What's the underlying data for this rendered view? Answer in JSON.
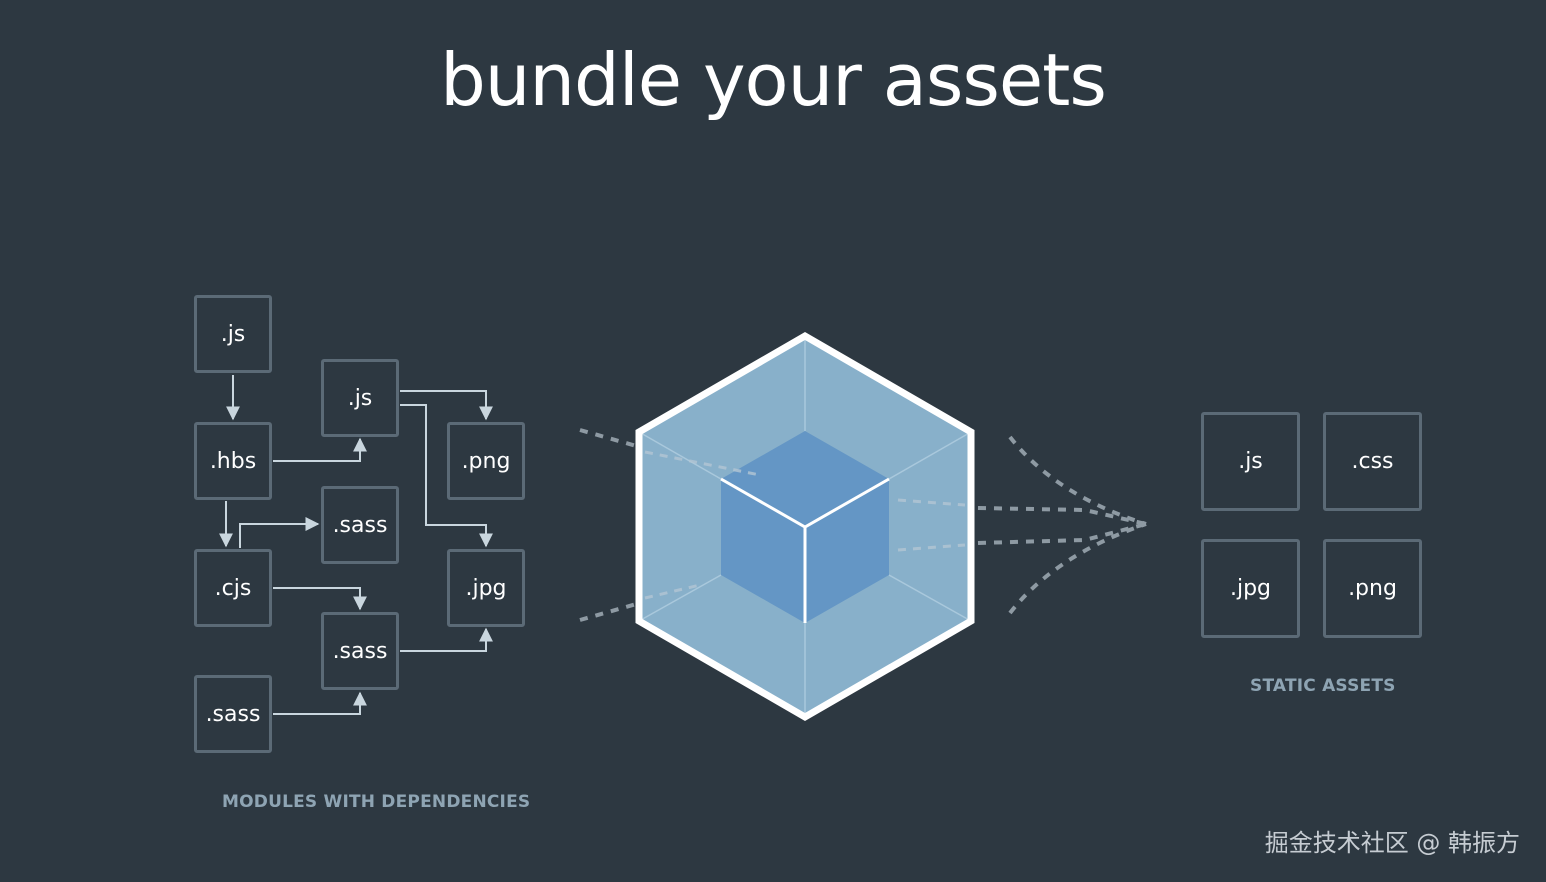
{
  "title": "bundle your assets",
  "modules": {
    "caption": "MODULES WITH DEPENDENCIES",
    "items": [
      ".js",
      ".hbs",
      ".cjs",
      ".sass",
      ".js",
      ".sass",
      ".sass",
      ".png",
      ".jpg"
    ]
  },
  "static_assets": {
    "caption": "STATIC ASSETS",
    "items": [
      ".js",
      ".css",
      ".jpg",
      ".png"
    ]
  },
  "watermark": "掘金技术社区 @ 韩振方",
  "colors": {
    "background": "#2d3841",
    "box_border": "#5b6a76",
    "connector": "#c9d6de",
    "caption": "#8ea4b3",
    "cube_light": "#88b0ca",
    "cube_dark": "#6496c5",
    "cube_outline": "#ffffff"
  },
  "icons": [
    "webpack-cube-logo"
  ]
}
